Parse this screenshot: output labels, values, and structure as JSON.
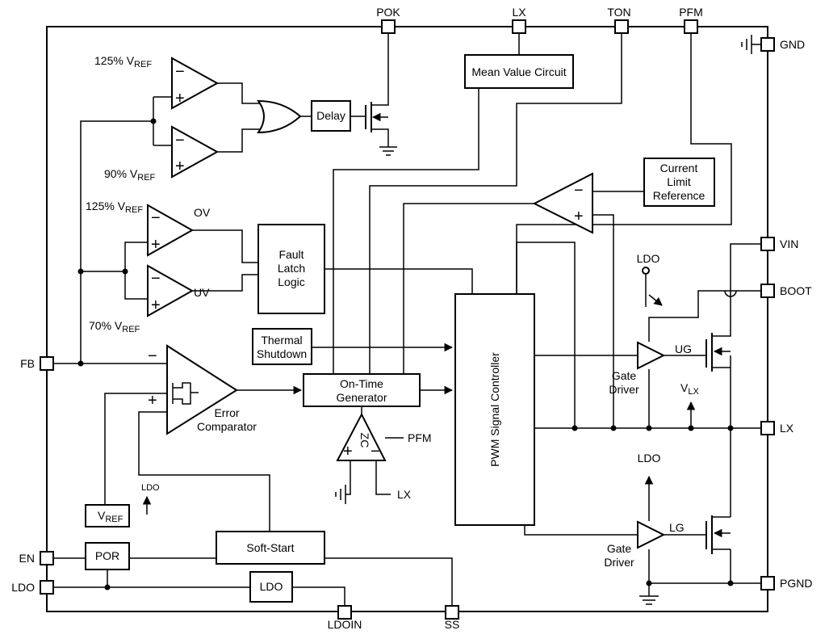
{
  "pins": {
    "pok": "POK",
    "lx_top": "LX",
    "ton": "TON",
    "pfm": "PFM",
    "gnd": "GND",
    "vin": "VIN",
    "boot": "BOOT",
    "lx_right": "LX",
    "pgnd": "PGND",
    "fb": "FB",
    "en": "EN",
    "ldo": "LDO",
    "ldoin": "LDOIN",
    "ss": "SS"
  },
  "blocks": {
    "mean_value": "Mean Value Circuit",
    "delay": "Delay",
    "current_limit": [
      "Current",
      "Limit",
      "Reference"
    ],
    "fault_latch": [
      "Fault",
      "Latch",
      "Logic"
    ],
    "thermal": [
      "Thermal",
      "Shutdown"
    ],
    "on_time": [
      "On-Time",
      "Generator"
    ],
    "pwm": "PWM Signal Controller",
    "soft_start": "Soft-Start",
    "por": "POR",
    "ldo_block": "LDO",
    "vref_box": "V",
    "vref_box_sub": "REF"
  },
  "labels": {
    "pct125_a": "125% V",
    "pct90": "90% V",
    "pct125_b": "125% V",
    "pct70": "70% V",
    "ref_sub": "REF",
    "ov": "OV",
    "uv": "UV",
    "error_comp": [
      "Error",
      "Comparator"
    ],
    "zc": "ZC",
    "pfm_in": "PFM",
    "lx_in": "LX",
    "ldo_small": "LDO",
    "ldo_boot": "LDO",
    "ldo_lg": "LDO",
    "ug": "UG",
    "lg": "LG",
    "gate_driver_u": [
      "Gate",
      "Driver"
    ],
    "gate_driver_l": [
      "Gate",
      "Driver"
    ],
    "vlx": "V",
    "vlx_sub": "LX"
  }
}
